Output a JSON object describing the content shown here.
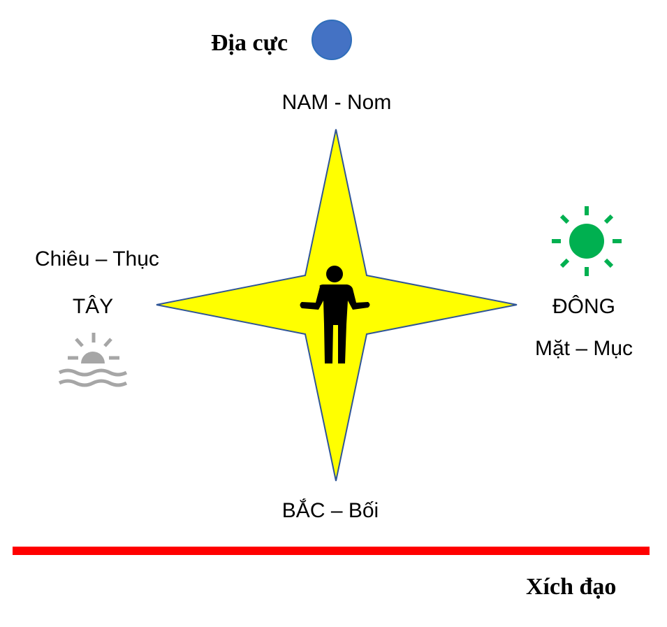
{
  "labels": {
    "pole": "Địa cực",
    "south": "NAM - Nom",
    "west_sub": "Chiêu – Thục",
    "west": "TÂY",
    "east": "ĐÔNG",
    "east_sub": "Mặt – Mục",
    "north": "BẮC – Bối",
    "equator": "Xích đạo"
  },
  "colors": {
    "star_fill": "#FFFF00",
    "star_stroke": "#2F5597",
    "pole_circle": "#4472C4",
    "equator_line": "#FF0000",
    "sunrise": "#00B050",
    "sunset": "#A6A6A6"
  },
  "icons": [
    "person-icon",
    "sun-icon",
    "sunset-icon",
    "pole-circle"
  ]
}
